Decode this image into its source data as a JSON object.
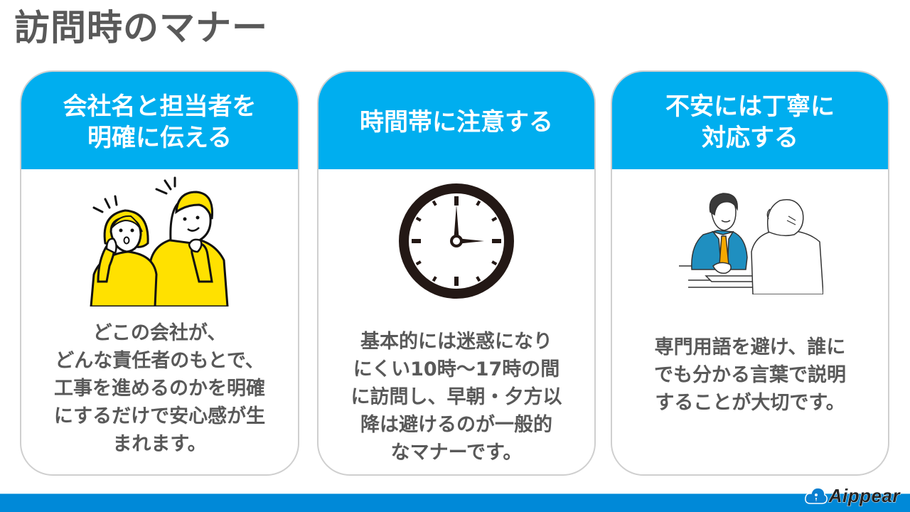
{
  "page": {
    "title": "訪問時のマナー"
  },
  "colors": {
    "header_blue": "#00aeef",
    "footer_blue": "#0089d8",
    "text_gray": "#595959",
    "border_gray": "#cfcfcf"
  },
  "cards": [
    {
      "header": "会社名と担当者を\n明確に伝える",
      "illustration": "surprised-couple-illustration",
      "body": "どこの会社が、\nどんな責任者のもとで、\n工事を進めるのかを明確\nにするだけで安心感が生\nまれます。"
    },
    {
      "header": "時間帯に注意する",
      "illustration": "clock-icon",
      "body": "基本的には迷惑になり\nにくい10時〜17時の間\nに訪問し、早朝・夕方以\n降は避けるのが一般的\nなマナーです。"
    },
    {
      "header": "不安には丁寧に\n対応する",
      "illustration": "consultation-meeting-illustration",
      "body": "専門用語を避け、誰に\nでも分かる言葉で説明\nすることが大切です。"
    }
  ],
  "footer": {
    "logo_text": "Aippear"
  }
}
